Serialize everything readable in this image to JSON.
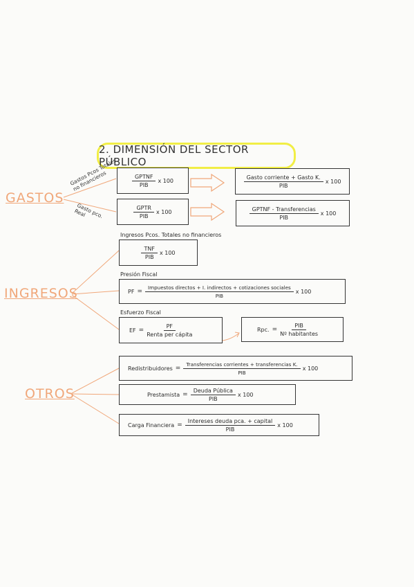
{
  "title": "2. DIMENSIÓN DEL SECTOR PÚBLICO",
  "sections": {
    "gastos": "GASTOS",
    "ingresos": "INGRESOS",
    "otros": "OTROS"
  },
  "colors": {
    "accent": "#f0a77a",
    "highlight": "#f1ee45",
    "ink": "#2b2b2b"
  },
  "gastos": {
    "branch_top": "Gastos Pcos Totales no financieros",
    "branch_bottom": "Gasto pco. Real",
    "f1": {
      "num": "GPTNF",
      "den": "PIB",
      "mul": "x 100"
    },
    "f1_result": {
      "num": "Gasto corriente + Gasto K.",
      "den": "PIB",
      "mul": "x 100"
    },
    "f2": {
      "num": "GPTR",
      "den": "PIB",
      "mul": "x 100"
    },
    "f2_result": {
      "num": "GPTNF - Transferencias",
      "den": "PIB",
      "mul": "x 100"
    }
  },
  "ingresos": {
    "heading1": "Ingresos Pcos. Totales no financieros",
    "f1": {
      "num": "TNF",
      "den": "PIB",
      "mul": "x 100"
    },
    "heading2": "Presión Fiscal",
    "pf": {
      "lhs": "PF",
      "eq": "=",
      "num": "Impuestos directos + I. indirectos + cotizaciones sociales",
      "den": "PIB",
      "mul": "x 100"
    },
    "heading3": "Esfuerzo Fiscal",
    "ef": {
      "lhs": "EF",
      "eq": "=",
      "num": "PF",
      "den": "Renta per cápita"
    },
    "rpc": {
      "lhs": "Rpc.",
      "eq": "=",
      "num": "PIB",
      "den": "Nº habitantes"
    }
  },
  "otros": {
    "redistribuidores": {
      "lhs": "Redistribuidores",
      "eq": "=",
      "num": "Transferencias corrientes + transferencias K.",
      "den": "PIB",
      "mul": "x 100"
    },
    "prestamista": {
      "lhs": "Prestamista",
      "eq": "=",
      "num": "Deuda Pública",
      "den": "PIB",
      "mul": "x 100"
    },
    "carga": {
      "lhs": "Carga Financiera",
      "eq": "=",
      "num": "Intereses deuda pca. + capital",
      "den": "PIB",
      "mul": "x 100"
    }
  }
}
